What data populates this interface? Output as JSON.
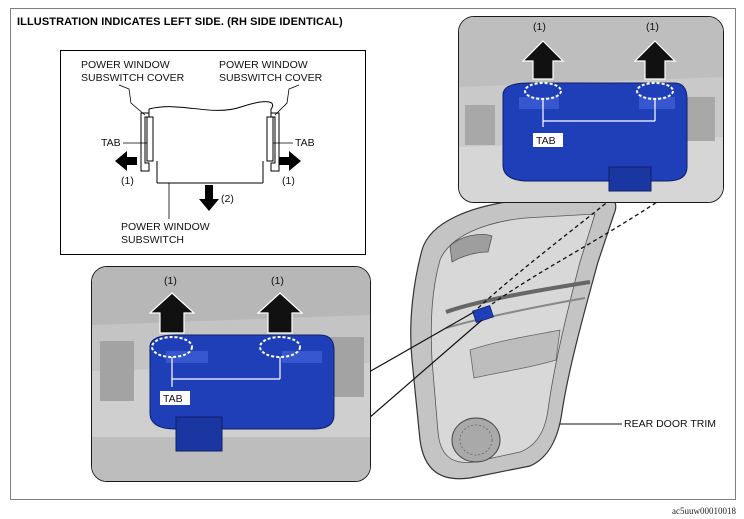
{
  "title": "ILLUSTRATION INDICATES LEFT SIDE. (RH SIDE IDENTICAL)",
  "schematic": {
    "cover_left": [
      "POWER WINDOW",
      "SUBSWITCH COVER"
    ],
    "cover_right": [
      "POWER WINDOW",
      "SUBSWITCH COVER"
    ],
    "tab_left": "TAB",
    "tab_right": "TAB",
    "step_left": "(1)",
    "step_right": "(1)",
    "step_down": "(2)",
    "switch_label": [
      "POWER WINDOW",
      "SUBSWITCH"
    ]
  },
  "callout_right": {
    "step_a": "(1)",
    "step_b": "(1)",
    "tab": "TAB"
  },
  "callout_left": {
    "step_a": "(1)",
    "step_b": "(1)",
    "tab": "TAB"
  },
  "door_label": "REAR DOOR TRIM",
  "figure_code": "ac5uuw00010018",
  "colors": {
    "switch_blue": "#1f3fb8",
    "switch_dark": "#13297a",
    "trim_gray": "#b9b9b9",
    "arrow": "#000000"
  }
}
